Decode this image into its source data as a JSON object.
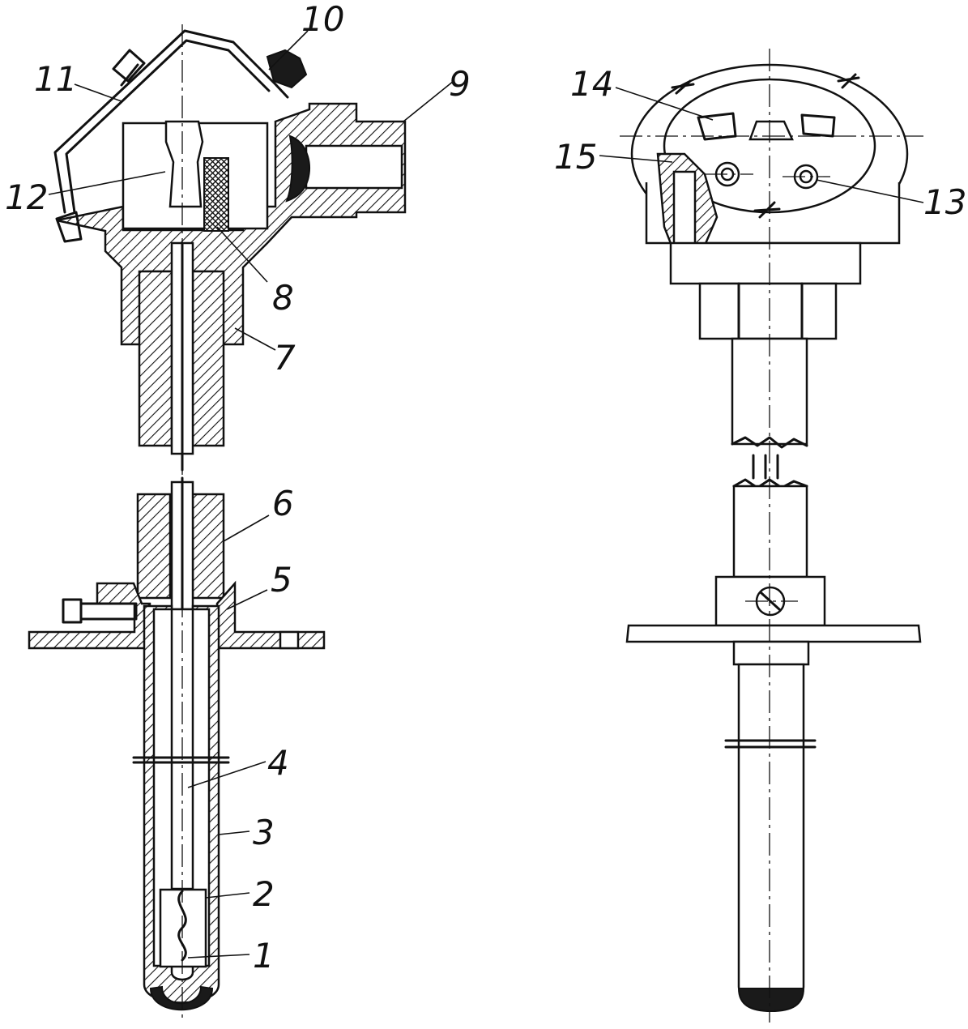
{
  "figure": {
    "callouts": [
      {
        "id": "1",
        "text": "1"
      },
      {
        "id": "2",
        "text": "2"
      },
      {
        "id": "3",
        "text": "3"
      },
      {
        "id": "4",
        "text": "4"
      },
      {
        "id": "5",
        "text": "5"
      },
      {
        "id": "6",
        "text": "6"
      },
      {
        "id": "7",
        "text": "7"
      },
      {
        "id": "8",
        "text": "8"
      },
      {
        "id": "9",
        "text": "9"
      },
      {
        "id": "10",
        "text": "10"
      },
      {
        "id": "11",
        "text": "11"
      },
      {
        "id": "12",
        "text": "12"
      },
      {
        "id": "13",
        "text": "13"
      },
      {
        "id": "14",
        "text": "14"
      },
      {
        "id": "15",
        "text": "15"
      }
    ]
  }
}
